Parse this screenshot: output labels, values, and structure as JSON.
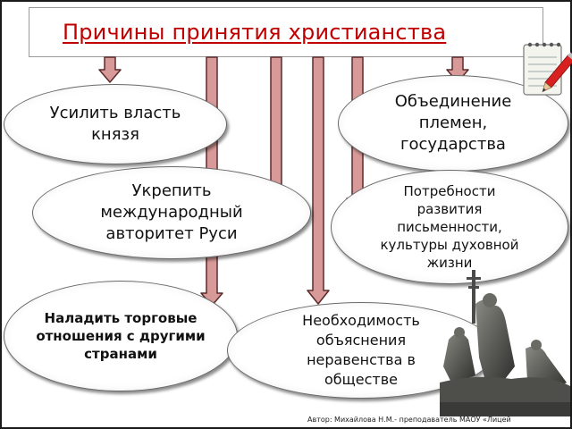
{
  "title": "Причины принятия христианства",
  "reasons": [
    {
      "text": "Усилить власть князя"
    },
    {
      "text": "Объединение племен, государства"
    },
    {
      "text": "Укрепить международный авторитет Руси"
    },
    {
      "text": "Потребности развития письменности, культуры духовной жизни"
    },
    {
      "text": "Наладить торговые отношения с другими странами"
    },
    {
      "text": "Необходимость объяснения неравенства в обществе"
    }
  ],
  "credit": "Автор: Михайлова Н.М.- преподаватель МАОУ «Лицей",
  "colors": {
    "title": "#c00000",
    "arrow_fill": "#d89a98",
    "arrow_stroke": "#5a2a2a"
  },
  "icons": [
    "notepad-pencil-icon",
    "monument-image"
  ]
}
